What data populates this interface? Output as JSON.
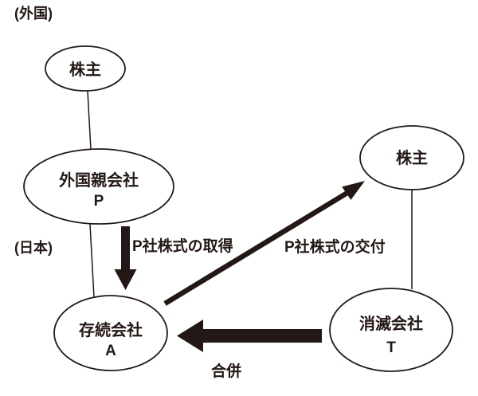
{
  "colors": {
    "ink": "#231815",
    "background": "#ffffff"
  },
  "regions": {
    "foreign_label": "(外国)",
    "japan_label": "(日本)"
  },
  "nodes": {
    "foreign_shareholders": {
      "label": "株主"
    },
    "foreign_parent": {
      "name": "外国親会社",
      "code": "P"
    },
    "surviving_company": {
      "name": "存続会社",
      "code": "A"
    },
    "delivered_shareholders": {
      "label": "株主"
    },
    "dissolving_company": {
      "name": "消滅会社",
      "code": "T"
    }
  },
  "edges": {
    "acquisition": {
      "label": "P社株式の取得"
    },
    "delivery": {
      "label": "P社株式の交付"
    },
    "merger": {
      "label": "合併"
    }
  }
}
